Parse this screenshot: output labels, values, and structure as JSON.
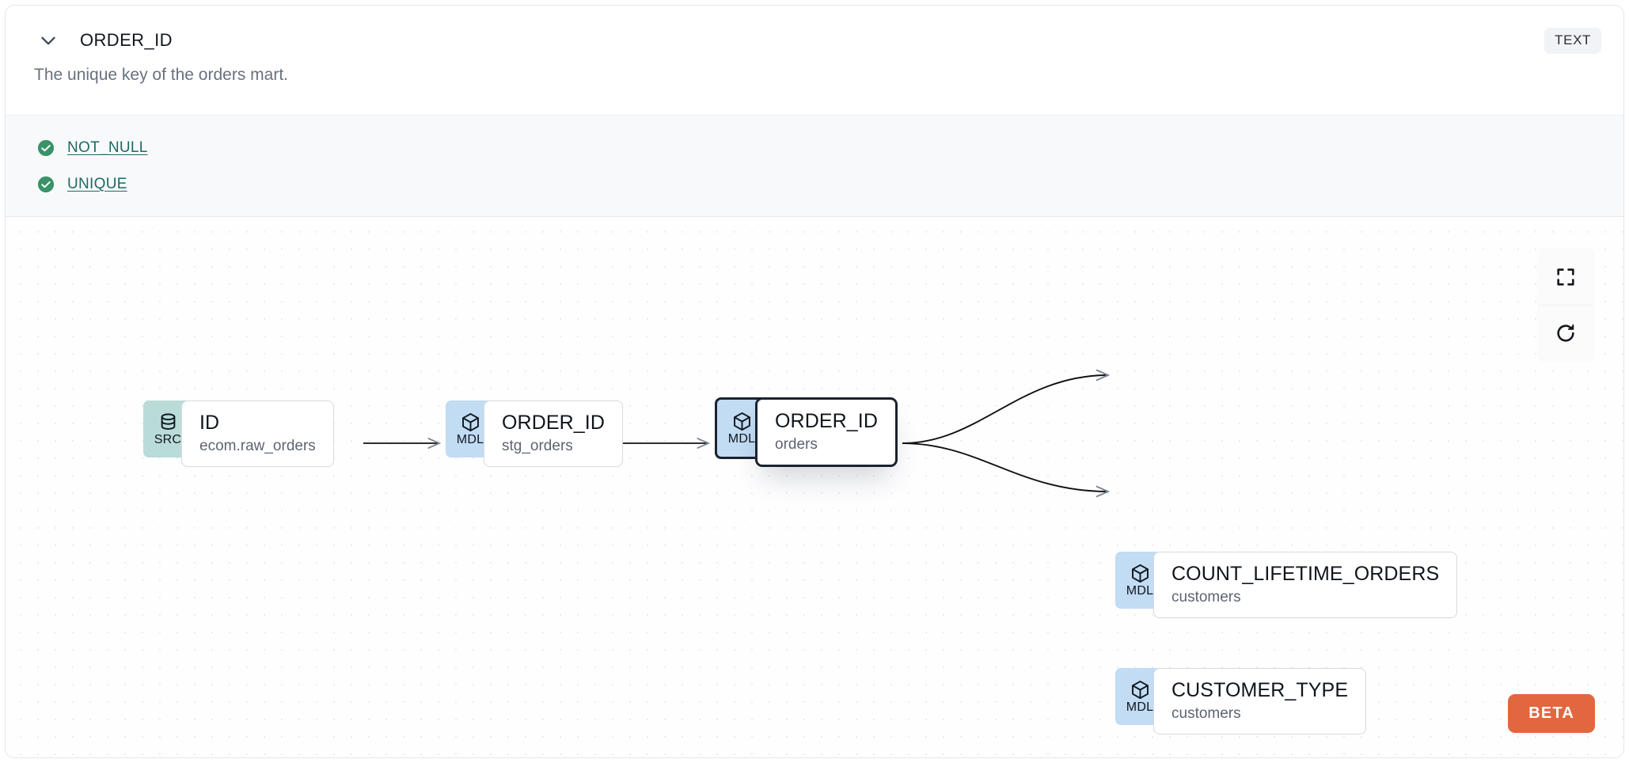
{
  "header": {
    "chevron_icon": "chevron-down-icon",
    "column_name": "ORDER_ID",
    "type_badge": "TEXT",
    "description": "The unique key of the orders mart."
  },
  "tests": [
    {
      "status_icon": "check-circle-icon",
      "label": "NOT_NULL",
      "status": "passing"
    },
    {
      "status_icon": "check-circle-icon",
      "label": "UNIQUE",
      "status": "passing"
    }
  ],
  "lineage": {
    "nodes": [
      {
        "id": "src-id",
        "badge": "SRC",
        "badge_icon": "database-icon",
        "name": "ID",
        "parent": "ecom.raw_orders",
        "selected": false
      },
      {
        "id": "mdl-stg",
        "badge": "MDL",
        "badge_icon": "cube-icon",
        "name": "ORDER_ID",
        "parent": "stg_orders",
        "selected": false
      },
      {
        "id": "mdl-orders",
        "badge": "MDL",
        "badge_icon": "cube-icon",
        "name": "ORDER_ID",
        "parent": "orders",
        "selected": true
      },
      {
        "id": "mdl-count",
        "badge": "MDL",
        "badge_icon": "cube-icon",
        "name": "COUNT_LIFETIME_ORDERS",
        "parent": "customers",
        "selected": false
      },
      {
        "id": "mdl-ctype",
        "badge": "MDL",
        "badge_icon": "cube-icon",
        "name": "CUSTOMER_TYPE",
        "parent": "customers",
        "selected": false
      }
    ],
    "controls": [
      {
        "name": "fit-view-button",
        "icon": "fullscreen-icon"
      },
      {
        "name": "refresh-button",
        "icon": "refresh-icon"
      }
    ],
    "beta_label": "BETA"
  },
  "colors": {
    "src_badge_bg": "#b9dcd8",
    "mdl_badge_bg": "#c1dcf3",
    "test_pass_green": "#3a9268",
    "test_link_teal": "#1d6a63",
    "beta_orange": "#e2673e",
    "selected_border": "#1b2230"
  }
}
